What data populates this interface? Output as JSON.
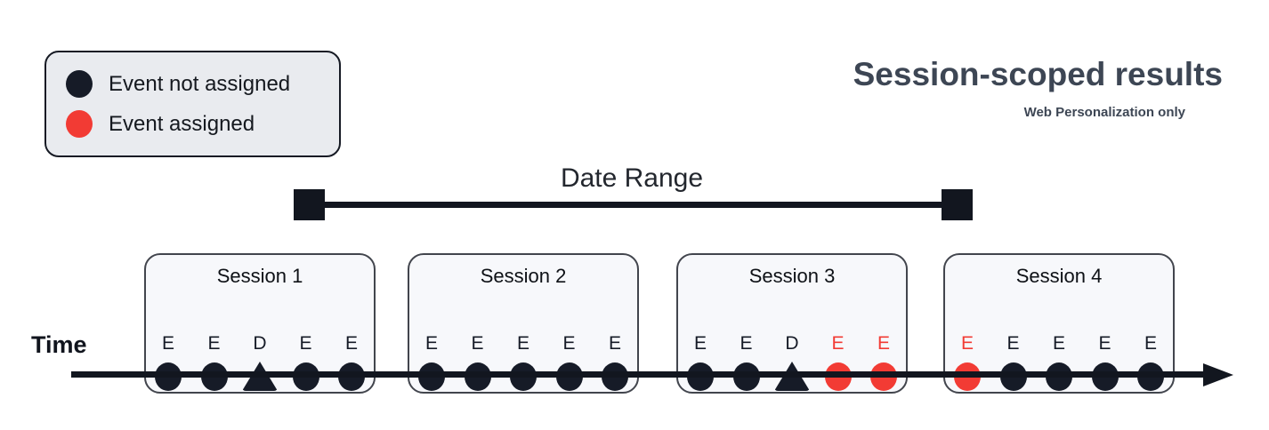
{
  "header": {
    "title": "Session-scoped results",
    "subtitle": "Web Personalization only"
  },
  "legend": {
    "items": [
      {
        "label": "Event not assigned",
        "color": "#161b27"
      },
      {
        "label": "Event assigned",
        "color": "#f23b34"
      }
    ]
  },
  "date_range": {
    "label": "Date Range"
  },
  "time_axis": {
    "label": "Time"
  },
  "colors": {
    "event_unassigned": "#161b27",
    "event_assigned": "#f23b34",
    "axis": "#12161f"
  },
  "sessions": [
    {
      "label": "Session 1",
      "events": [
        {
          "type": "E",
          "assigned": false
        },
        {
          "type": "E",
          "assigned": false
        },
        {
          "type": "D",
          "assigned": false
        },
        {
          "type": "E",
          "assigned": false
        },
        {
          "type": "E",
          "assigned": false
        }
      ]
    },
    {
      "label": "Session 2",
      "events": [
        {
          "type": "E",
          "assigned": false
        },
        {
          "type": "E",
          "assigned": false
        },
        {
          "type": "E",
          "assigned": false
        },
        {
          "type": "E",
          "assigned": false
        },
        {
          "type": "E",
          "assigned": false
        }
      ]
    },
    {
      "label": "Session 3",
      "events": [
        {
          "type": "E",
          "assigned": false
        },
        {
          "type": "E",
          "assigned": false
        },
        {
          "type": "D",
          "assigned": false
        },
        {
          "type": "E",
          "assigned": true
        },
        {
          "type": "E",
          "assigned": true
        }
      ]
    },
    {
      "label": "Session 4",
      "events": [
        {
          "type": "E",
          "assigned": true
        },
        {
          "type": "E",
          "assigned": false
        },
        {
          "type": "E",
          "assigned": false
        },
        {
          "type": "E",
          "assigned": false
        },
        {
          "type": "E",
          "assigned": false
        }
      ]
    }
  ]
}
